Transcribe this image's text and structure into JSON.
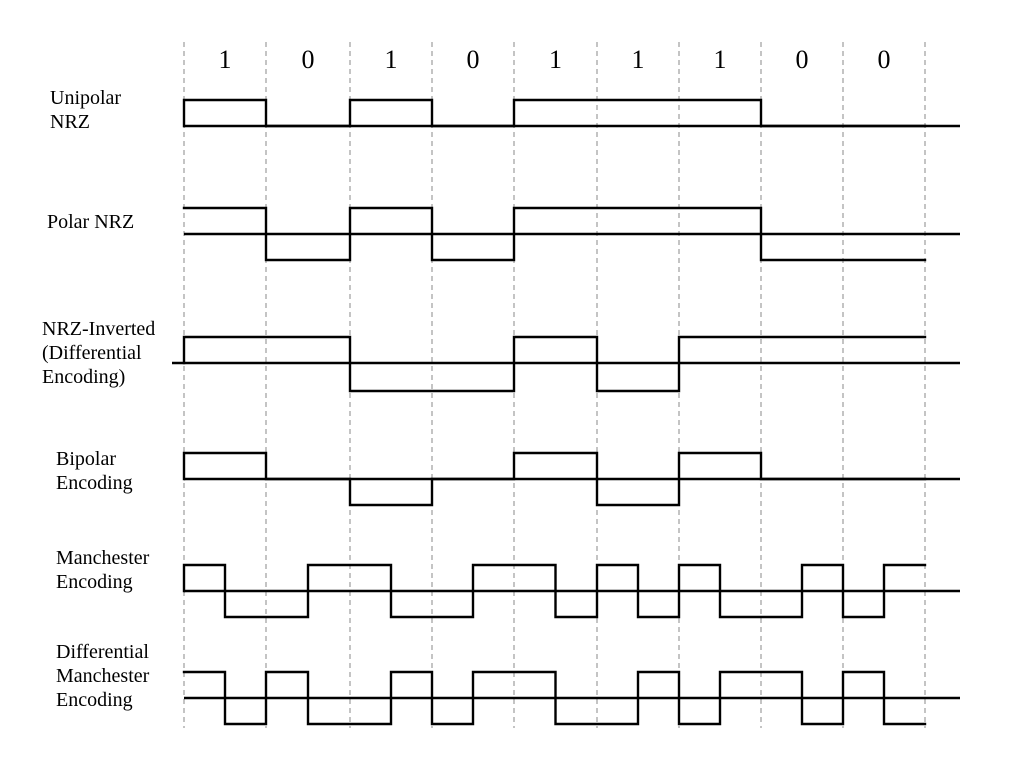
{
  "bits": [
    "1",
    "0",
    "1",
    "0",
    "1",
    "1",
    "1",
    "0",
    "0"
  ],
  "encodings": [
    {
      "id": "unipolar-nrz",
      "label_lines": [
        "Unipolar",
        "NRZ"
      ],
      "start": "low",
      "levels": [
        [
          1,
          1
        ],
        [
          0,
          0
        ],
        [
          1,
          1
        ],
        [
          0,
          0
        ],
        [
          1,
          1
        ],
        [
          1,
          1
        ],
        [
          1,
          1
        ],
        [
          0,
          0
        ],
        [
          0,
          0
        ]
      ]
    },
    {
      "id": "polar-nrz",
      "label_lines": [
        "Polar NRZ"
      ],
      "start": "high",
      "levels": [
        [
          1,
          1
        ],
        [
          -1,
          -1
        ],
        [
          1,
          1
        ],
        [
          -1,
          -1
        ],
        [
          1,
          1
        ],
        [
          1,
          1
        ],
        [
          1,
          1
        ],
        [
          -1,
          -1
        ],
        [
          -1,
          -1
        ]
      ]
    },
    {
      "id": "nrz-inverted",
      "label_lines": [
        "NRZ-Inverted",
        "(Differential",
        "Encoding)"
      ],
      "start": "low",
      "levels": [
        [
          1,
          1
        ],
        [
          1,
          1
        ],
        [
          -1,
          -1
        ],
        [
          -1,
          -1
        ],
        [
          1,
          1
        ],
        [
          -1,
          -1
        ],
        [
          1,
          1
        ],
        [
          1,
          1
        ],
        [
          1,
          1
        ]
      ]
    },
    {
      "id": "bipolar",
      "label_lines": [
        "Bipolar",
        "Encoding"
      ],
      "start": "low",
      "levels": [
        [
          1,
          1
        ],
        [
          0,
          0
        ],
        [
          -1,
          -1
        ],
        [
          0,
          0
        ],
        [
          1,
          1
        ],
        [
          -1,
          -1
        ],
        [
          1,
          1
        ],
        [
          0,
          0
        ],
        [
          0,
          0
        ]
      ]
    },
    {
      "id": "manchester",
      "label_lines": [
        "Manchester",
        "Encoding"
      ],
      "start": "low",
      "levels": [
        [
          1,
          -1
        ],
        [
          -1,
          1
        ],
        [
          1,
          -1
        ],
        [
          -1,
          1
        ],
        [
          1,
          -1
        ],
        [
          1,
          -1
        ],
        [
          1,
          -1
        ],
        [
          -1,
          1
        ],
        [
          -1,
          1
        ]
      ]
    },
    {
      "id": "differential-manchester",
      "label_lines": [
        "Differential",
        "Manchester",
        "Encoding"
      ],
      "start": "high",
      "levels": [
        [
          1,
          -1
        ],
        [
          1,
          -1
        ],
        [
          -1,
          1
        ],
        [
          -1,
          1
        ],
        [
          1,
          -1
        ],
        [
          -1,
          1
        ],
        [
          -1,
          1
        ],
        [
          1,
          -1
        ],
        [
          1,
          -1
        ]
      ]
    }
  ]
}
